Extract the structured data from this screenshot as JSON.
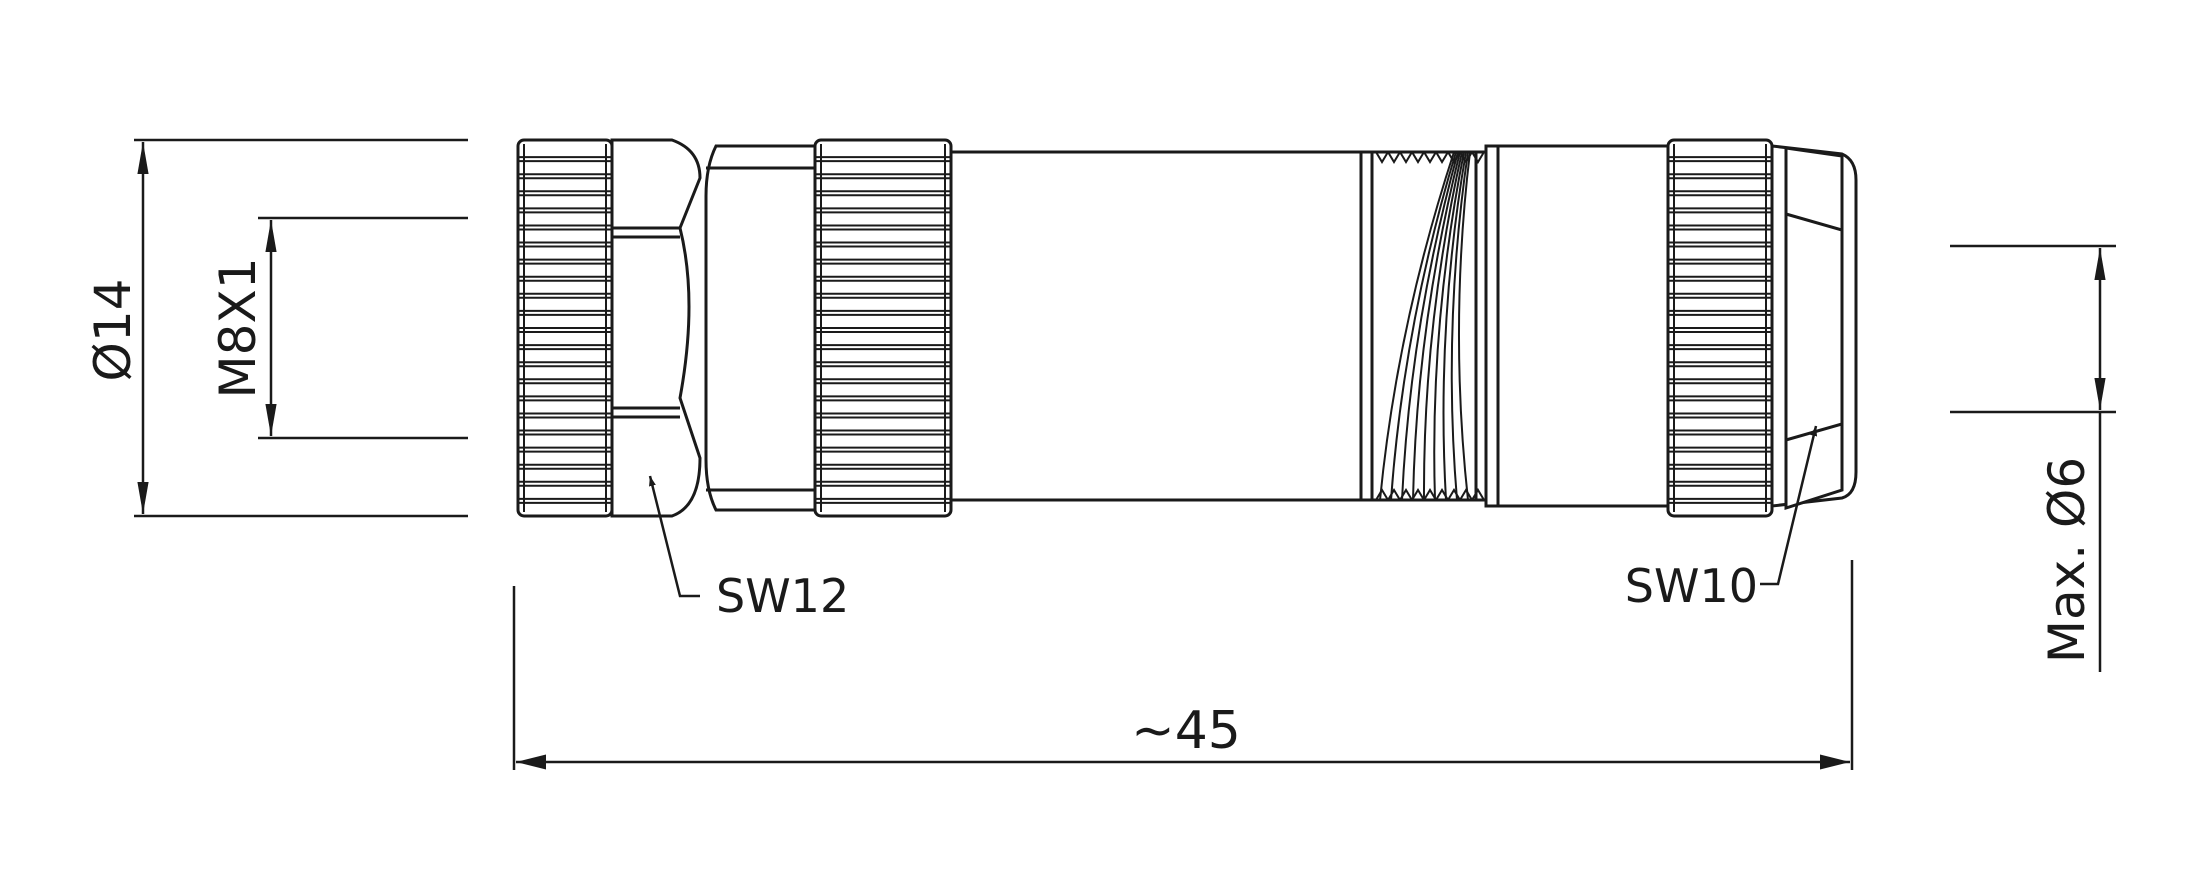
{
  "drawing": {
    "dimensions": {
      "outer_diameter": "Ø14",
      "thread": "M8X1",
      "cable_max_diameter": "Max. Ø6",
      "overall_length": "~45"
    },
    "wrench_sizes": {
      "front_hex": "SW12",
      "rear_nut": "SW10"
    },
    "colors": {
      "line": "#1a1a1a",
      "background": "#ffffff"
    }
  }
}
